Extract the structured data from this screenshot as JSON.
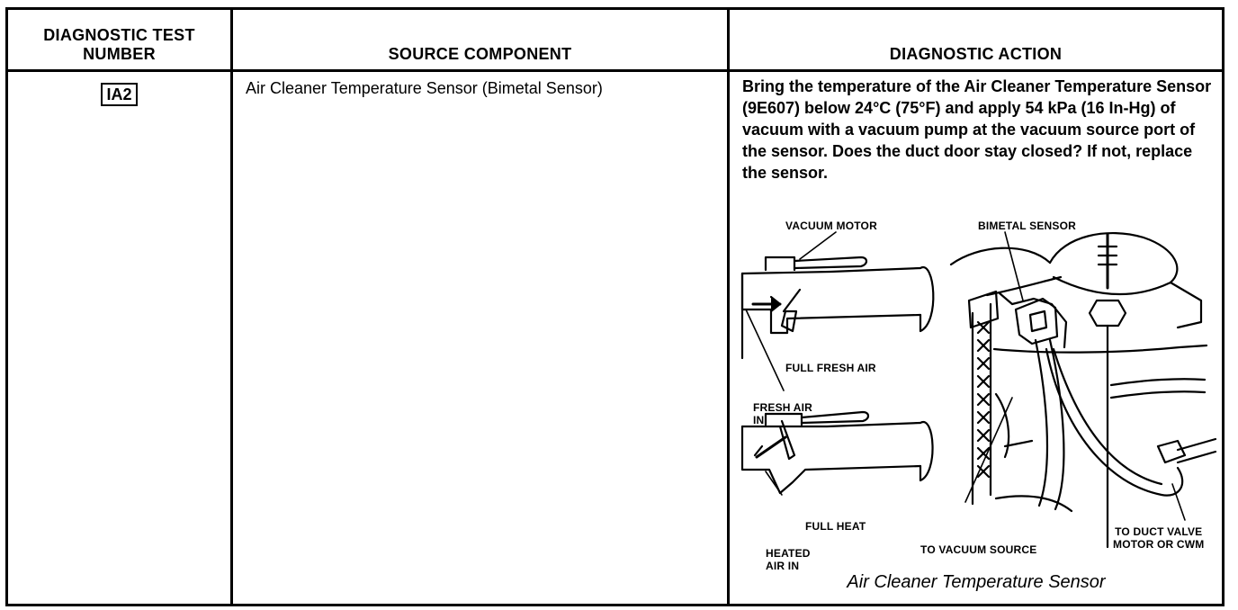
{
  "table": {
    "headers": {
      "test_number": "DIAGNOSTIC TEST NUMBER",
      "source_component": "SOURCE COMPONENT",
      "diagnostic_action": "DIAGNOSTIC ACTION"
    },
    "row": {
      "test_id": "IA2",
      "source_component": "Air Cleaner Temperature Sensor (Bimetal Sensor)",
      "action": "Bring the temperature of the Air Cleaner Temperature Sensor (9E607) below 24°C (75°F) and apply 54 kPa (16 In-Hg) of vacuum with a vacuum pump at the vacuum source port of the sensor. Does the duct door stay closed? If not, replace the sensor."
    }
  },
  "figure": {
    "labels": {
      "vacuum_motor": "VACUUM MOTOR",
      "bimetal_sensor": "BIMETAL SENSOR",
      "full_fresh_air": "FULL FRESH AIR",
      "fresh_air_in": "FRESH AIR\nIN",
      "full_heat": "FULL HEAT",
      "heated_air_in": "HEATED\nAIR IN",
      "to_vacuum_source": "TO VACUUM SOURCE",
      "to_duct_valve": "TO DUCT VALVE\nMOTOR OR CWM"
    },
    "caption": "Air Cleaner Temperature Sensor"
  }
}
